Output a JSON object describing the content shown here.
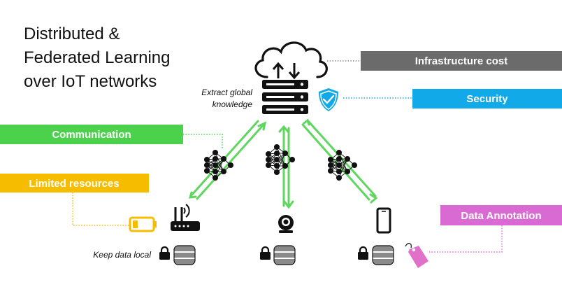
{
  "title": {
    "lines": [
      "Distributed &",
      "Federated Learning",
      "over IoT networks"
    ]
  },
  "server": {
    "note_lines": [
      "Extract global",
      "knowledge"
    ]
  },
  "labels": {
    "infrastructure": {
      "text": "Infrastructure cost",
      "color": "#6b6b6b"
    },
    "security": {
      "text": "Security",
      "color": "#12a9e8"
    },
    "communication": {
      "text": "Communication",
      "color": "#4bd14b"
    },
    "limited_resources": {
      "text": "Limited resources",
      "color": "#f5bc00"
    },
    "data_annotation": {
      "text": "Data Annotation",
      "color": "#d96ad4"
    }
  },
  "keep_local": "Keep data local",
  "colors": {
    "arrow": "#5fd65f",
    "dots_gray": "#888888",
    "dots_blue": "#12a9e8",
    "dots_green": "#4bd14b",
    "dots_yellow": "#f5bc00",
    "dots_pink": "#d96ad4",
    "shield": "#12a9e8",
    "battery": "#f5bc00",
    "tag": "#e070c8",
    "icon": "#111111"
  },
  "icons": [
    "cloud-server-icon",
    "shield-check-icon",
    "neural-network-icon",
    "router-icon",
    "webcam-icon",
    "smartphone-icon",
    "battery-low-icon",
    "lock-icon",
    "database-icon",
    "tag-icon"
  ]
}
